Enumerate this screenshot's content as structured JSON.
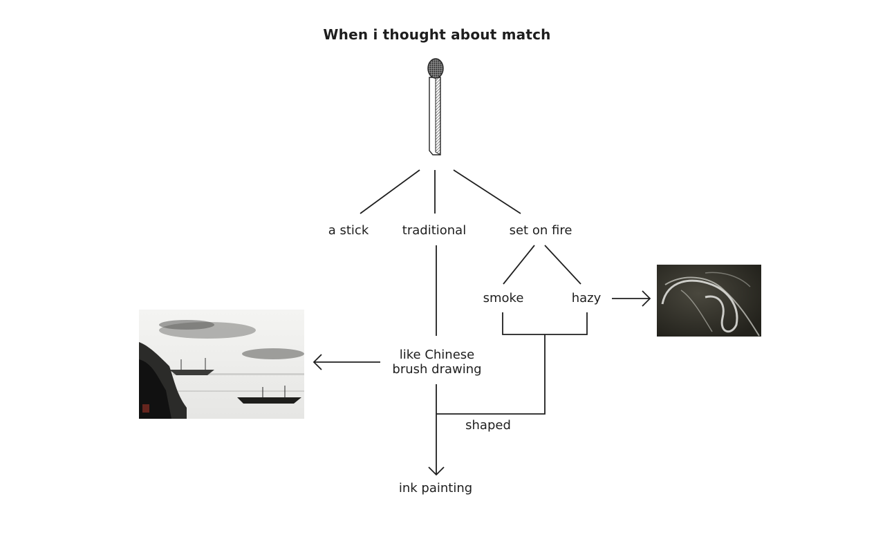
{
  "title": "When i thought about match",
  "nodes": {
    "stick": "a stick",
    "traditional": "traditional",
    "fire": "set on fire",
    "smoke": "smoke",
    "hazy": "hazy",
    "brush_line1": "like Chinese",
    "brush_line2": "brush drawing",
    "shaped": "shaped",
    "ink": "ink painting"
  },
  "images": {
    "match": "match-illustration",
    "ink_landscape": "ink-painting-landscape-image",
    "smoke_photo": "smoke-photo"
  },
  "colors": {
    "line": "#1e1e1e",
    "smoke_bg": "#2e2d25",
    "ink_bg": "#ececea"
  }
}
